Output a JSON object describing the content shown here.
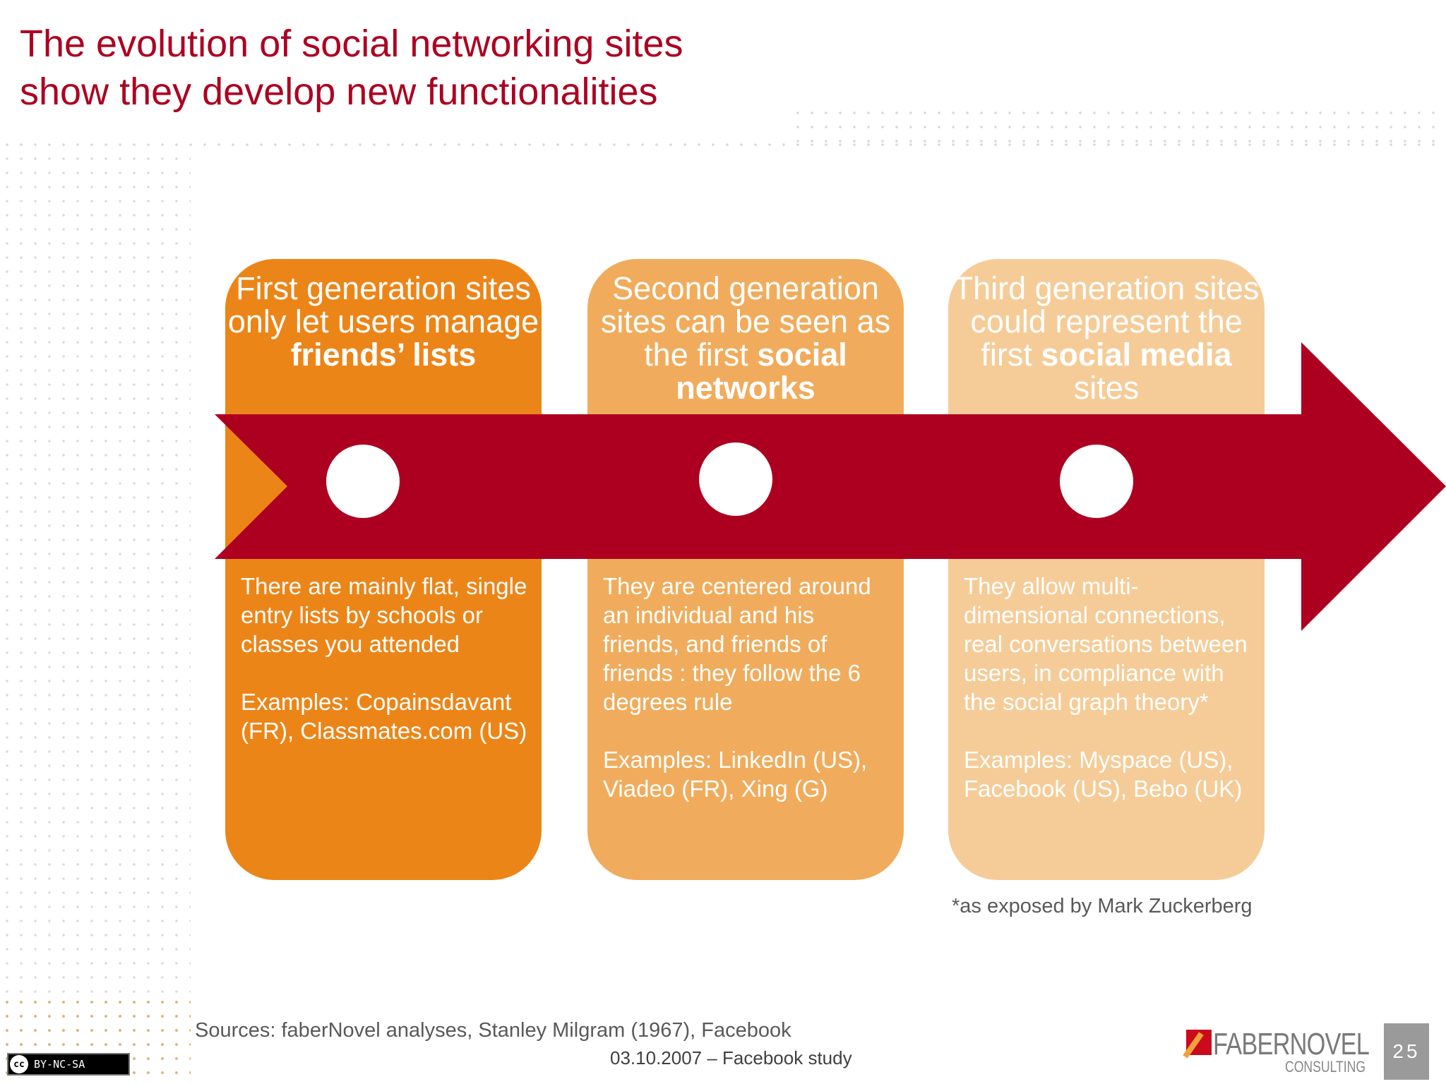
{
  "slide": {
    "title_lines": [
      "The evolution of social networking sites",
      "show they develop new functionalities"
    ]
  },
  "generations": [
    {
      "title_pre": "First generation sites only let users manage ",
      "title_bold": "friends’ lists",
      "title_post": "",
      "description": "There are mainly flat, single entry lists by schools or classes you attended\n\nExamples: Copainsdavant (FR), Classmates.com (US)"
    },
    {
      "title_pre": "Second generation sites can be seen as the first ",
      "title_bold": "social networks",
      "title_post": "",
      "description": "They are centered around an individual and his friends, and friends of friends : they follow the 6 degrees rule\n\nExamples: LinkedIn (US), Viadeo (FR), Xing (G)"
    },
    {
      "title_pre": "Third generation sites could represent the first ",
      "title_bold": "social media",
      "title_post": " sites",
      "description": "They allow  multi-dimensional connections, real conversations between users, in compliance with the social graph theory*\n\nExamples: Myspace (US), Facebook (US), Bebo (UK)"
    }
  ],
  "footnote": "*as exposed by Mark Zuckerberg",
  "footer": {
    "sources": "Sources: faberNovel analyses, Stanley Milgram (1967), Facebook",
    "date_study": "03.10.2007 – Facebook study",
    "license": "BY-NC-SA",
    "license_icon": "cc",
    "logo_name": "FABERNOVEL",
    "logo_sub": "CONSULTING",
    "page_number": "25"
  },
  "colors": {
    "title": "#ad0021",
    "arrow": "#ad0021",
    "gen1": "#ec8518",
    "gen2": "#f0ac5c",
    "gen3": "#f5cc98"
  }
}
